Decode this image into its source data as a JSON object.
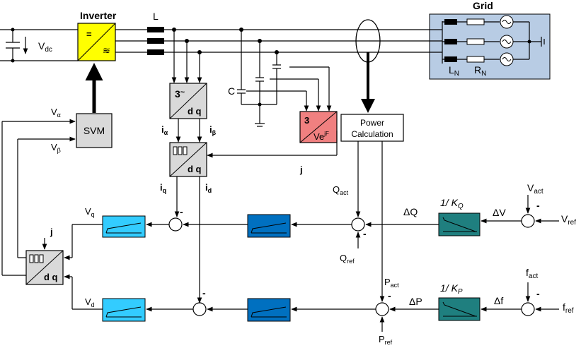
{
  "inverter": {
    "title": "Inverter",
    "dc_symbol": "=",
    "ac_symbol": "≋"
  },
  "inductor_label": "L",
  "grid": {
    "title": "Grid",
    "ln_label": "L",
    "ln_sub": "N",
    "rn_label": "R",
    "rn_sub": "N"
  },
  "vdc": {
    "main": "V",
    "sub": "dc"
  },
  "capacitor_label": "C",
  "svm_label": "SVM",
  "abc_dq": {
    "top": "3",
    "tilde": "~",
    "bottom": "d q"
  },
  "pll": {
    "top": "3",
    "bottom": "Ve",
    "sup": "jF"
  },
  "dq_inv": {
    "bottom": "d q"
  },
  "dq_lower": {
    "bottom": "d q"
  },
  "power_calc": {
    "line1": "Power",
    "line2": "Calculation"
  },
  "signals": {
    "v_alpha": {
      "main": "V",
      "sub": "α"
    },
    "v_beta": {
      "main": "V",
      "sub": "β"
    },
    "i_alpha": {
      "main": "i",
      "sub": "α"
    },
    "i_beta": {
      "main": "i",
      "sub": "β"
    },
    "i_q": {
      "main": "i",
      "sub": "q"
    },
    "i_d": {
      "main": "i",
      "sub": "d"
    },
    "j_mid": "j",
    "j_left": "j",
    "v_q": {
      "main": "V",
      "sub": "q"
    },
    "v_d": {
      "main": "V",
      "sub": "d"
    },
    "q_act": {
      "main": "Q",
      "sub": "act"
    },
    "q_ref": {
      "main": "Q",
      "sub": "ref"
    },
    "p_act": {
      "main": "P",
      "sub": "act"
    },
    "p_ref": {
      "main": "P",
      "sub": "ref"
    },
    "delta_q": "ΔQ",
    "delta_v": "ΔV",
    "delta_p": "ΔP",
    "delta_f": "Δf",
    "v_act": {
      "main": "V",
      "sub": "act"
    },
    "v_ref": {
      "main": "V",
      "sub": "ref"
    },
    "f_act": {
      "main": "f",
      "sub": "act"
    },
    "f_ref": {
      "main": "f",
      "sub": "ref"
    },
    "gain_q": {
      "main": "1/ K",
      "sub": "Q"
    },
    "gain_p": {
      "main": "1/ K",
      "sub": "P"
    },
    "minus": "-"
  },
  "colors": {
    "inverter_fill": "#ffff00",
    "grid_fill": "#b8cce4",
    "pll_fill": "#f08080",
    "svm_fill": "#d9d9d9",
    "transform_fill": "#d9d9d9",
    "light_blue": "#33ccff",
    "mid_blue": "#0070c0",
    "teal": "#1f7f7f"
  }
}
